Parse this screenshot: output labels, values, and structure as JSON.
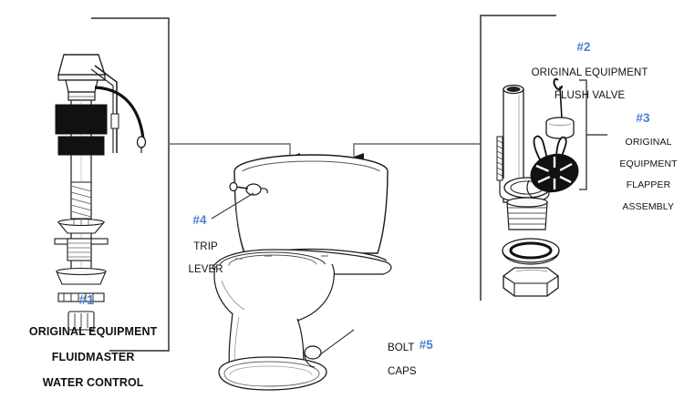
{
  "diagram": {
    "title": "Toilet repair parts diagram",
    "accent_color": "#4a7fd4",
    "line_color": "#3a3a3a",
    "text_color": "#111111",
    "background": "#ffffff"
  },
  "callouts": {
    "one": {
      "number": "#1",
      "line1": "ORIGINAL EQUIPMENT",
      "line2": "FLUIDMASTER",
      "line3": "WATER CONTROL"
    },
    "two": {
      "number": "#2",
      "line1": "ORIGINAL EQUIPMENT",
      "line2": "FLUSH VALVE"
    },
    "three": {
      "number": "#3",
      "line1": "ORIGINAL",
      "line2": "EQUIPMENT",
      "line3": "FLAPPER",
      "line4": "ASSEMBLY"
    },
    "four": {
      "number": "#4",
      "line1": "TRIP",
      "line2": "LEVER"
    },
    "five": {
      "number": "#5",
      "line1": "BOLT",
      "line2": "CAPS"
    }
  },
  "parts": {
    "fill_valve": "fill-valve-assembly",
    "flush_valve": "flush-valve-assembly",
    "flapper": "flapper-assembly",
    "trip_lever": "trip-lever",
    "tank": "toilet-tank",
    "bowl": "toilet-bowl",
    "bolt_cap": "bolt-cap"
  }
}
